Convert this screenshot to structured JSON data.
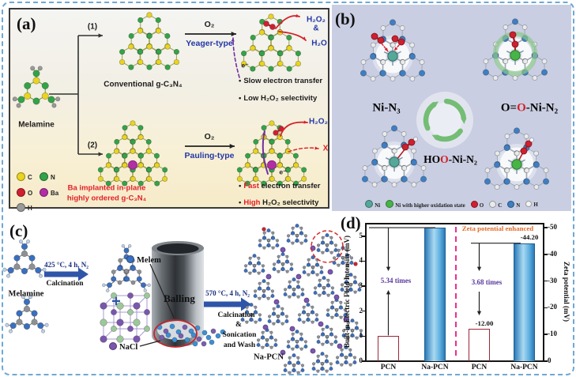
{
  "colors": {
    "c_yellow": "#e9d41f",
    "n_green": "#33a348",
    "o_red": "#cf2030",
    "ba_magenta": "#b32ea6",
    "h_grey": "#9a9a9a",
    "ni_teal": "#55a79a",
    "ni_green": "#47b447",
    "n_blue": "#3f7ec2",
    "c_white": "#e8eaec",
    "h_white": "#f4f4f4",
    "na_purple": "#7a56ad",
    "cl_green": "#9cc89a",
    "mol_blue": "#3a6fc0",
    "mol_grey": "#8d9196",
    "h_blue": "#bdd2ea",
    "arrow_blue": "#2f55a8",
    "ball_blue": "#3f8fd2",
    "ball_purple": "#7a5fae",
    "green_arrow": "#74bd74",
    "panel_b_bg": "#c9cee2"
  },
  "panel_a": {
    "label": "(a)",
    "melamine": "Melamine",
    "path1": "(1)",
    "path2": "(2)",
    "o2": "O₂",
    "yeager": "Yeager-type",
    "pauling": "Pauling-type",
    "conventional": "Conventional g-C₃N₄",
    "ba_line1": "Ba implanted in-plane",
    "ba_line2": "highly ordered g-C₃N₄",
    "h2o2": "H₂O₂",
    "amp": "&",
    "h2o": "H₂O",
    "electron": "e⁻",
    "x_mark": "X",
    "bullet": "•",
    "bullets": [
      {
        "em": "Slow",
        "rest": " electron transfer"
      },
      {
        "em": "Low",
        "rest": " H₂O₂ selectivity"
      },
      {
        "em": "Fast",
        "rest": " electron transfer"
      },
      {
        "em": "High",
        "rest": " H₂O₂ selectivity"
      }
    ],
    "legend": [
      {
        "label": "C",
        "color": "#e9d41f"
      },
      {
        "label": "N",
        "color": "#33a348"
      },
      {
        "label": "O",
        "color": "#cf2030"
      },
      {
        "label": "Ba",
        "color": "#b32ea6"
      },
      {
        "label": "H",
        "color": "#9a9a9a"
      }
    ]
  },
  "panel_b": {
    "label": "(b)",
    "nin3": "Ni-N₃",
    "ooni": {
      "p1": "O=",
      "p2": "O",
      "p3": "-Ni-N₂"
    },
    "hoo": {
      "p1": "HO",
      "p2": "O",
      "p3": "-Ni-N₂"
    },
    "legend": [
      {
        "label": "Ni",
        "color": "#55a79a"
      },
      {
        "label": "Ni with higher oxidation state",
        "color": "#47b447"
      },
      {
        "label": "O",
        "color": "#cf2030"
      },
      {
        "label": "C",
        "color": "#e8eaec"
      },
      {
        "label": "N",
        "color": "#3f7ec2"
      },
      {
        "label": "H",
        "color": "#f4f4f4"
      }
    ]
  },
  "panel_c": {
    "label": "(c)",
    "melamine": "Melamine",
    "step1_line1": "425 °C, 4 h, N₂",
    "step1_line2": "Calcination",
    "melem": "Melem",
    "plus": "+",
    "nacl": "NaCl",
    "balling": "Balling",
    "step2_line1": "570 °C, 4 h, N₂",
    "step2_line2": "Calcination",
    "step2_line3": "&",
    "step2_line4": "Sonication",
    "step2_line5": "and Wash",
    "product": "Na-PCN"
  },
  "panel_d": {
    "label": "(d)"
  },
  "chart_data": {
    "type": "bar",
    "dual_axis": true,
    "title": "",
    "ylabel_left": "Built-in Electric Field Intensity (mV)",
    "ylabel_right": "Zeta potential (mV)",
    "yaxis_left": {
      "range": [
        0,
        5.5
      ],
      "ticks": [
        0,
        1,
        2,
        3,
        4,
        5
      ]
    },
    "yaxis_right": {
      "range": [
        0,
        -51.5
      ],
      "ticks": [
        0,
        -10,
        -20,
        -30,
        -40,
        -50
      ]
    },
    "groups": [
      {
        "axis": "left",
        "categories": [
          "PCN",
          "Na-PCN"
        ],
        "values": [
          1.0,
          5.34
        ],
        "bar_colors": [
          "red",
          "blue"
        ],
        "annotation": "5.34 times"
      },
      {
        "axis": "right",
        "categories": [
          "PCN",
          "Na-PCN"
        ],
        "values": [
          -12.0,
          -44.2
        ],
        "value_labels": [
          "-12.00",
          "-44.20"
        ],
        "bar_colors": [
          "red",
          "blue"
        ],
        "annotation": "3.68 times"
      }
    ],
    "header_annotation": "Zeta potential enhanced",
    "colors": {
      "bar_red": "#e8495b",
      "bar_blue": "#3d9ad3",
      "annotation": "#5b3a9e",
      "header": "#e06a28",
      "separator": "#ea2f8f"
    }
  }
}
